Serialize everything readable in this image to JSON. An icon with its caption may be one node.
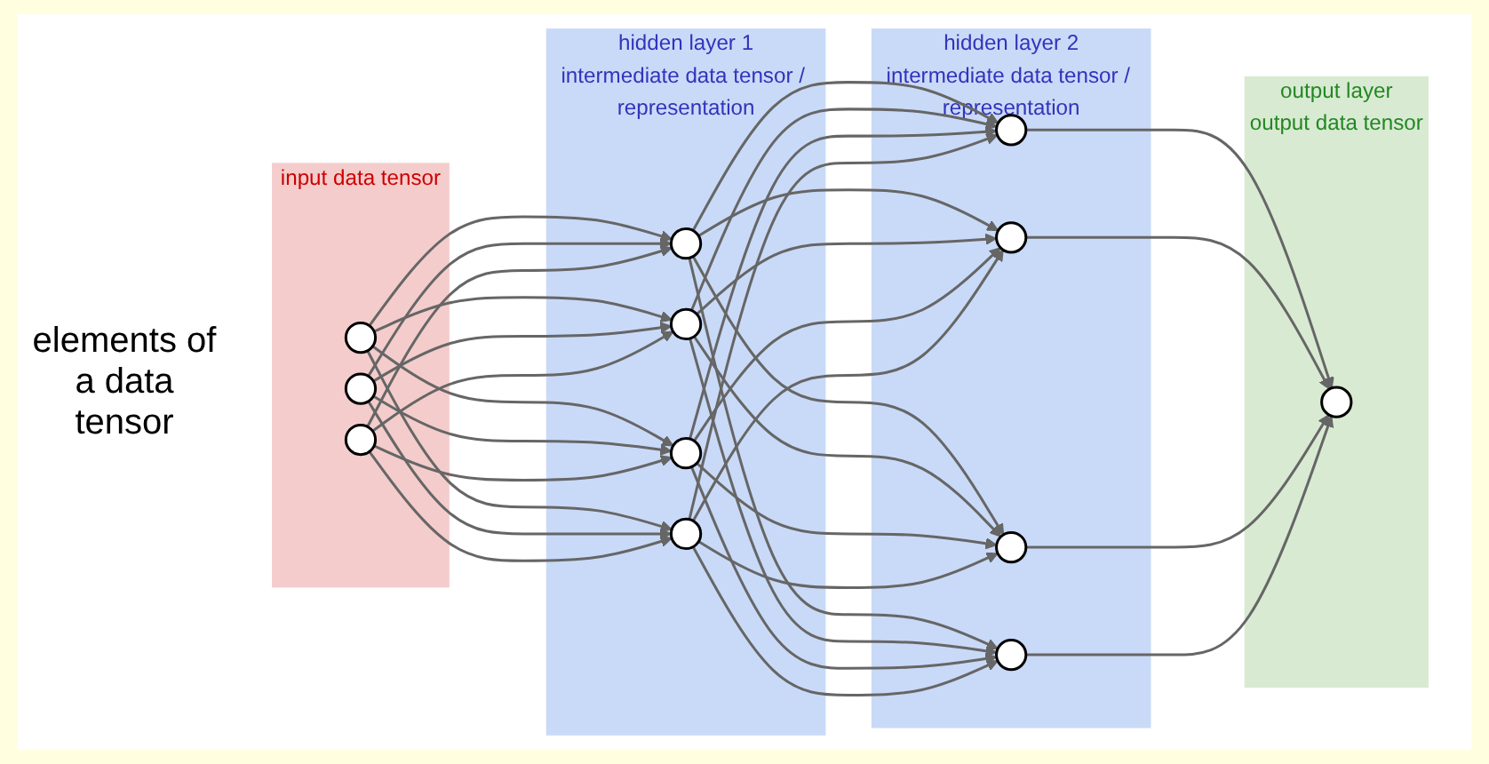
{
  "diagram": {
    "nodes": [
      {
        "text": [
          "input data tensor"
        ]
      },
      {
        "text": [],
        "shape": "circle",
        "in": 0
      },
      {
        "text": [],
        "shape": "circle",
        "in": 0
      },
      {
        "text": [],
        "shape": "circle",
        "in": 0
      },
      {
        "text": [
          "hidden layer 1",
          "intermediate data tensor / representation"
        ]
      },
      {
        "text": [],
        "shape": "circle",
        "in": 4
      },
      {
        "text": [],
        "shape": "circle",
        "in": 4
      },
      {
        "text": [],
        "shape": "circle",
        "in": 4
      },
      {
        "text": [],
        "shape": "circle",
        "in": 4
      },
      {
        "text": [
          "hidden layer 2",
          "intermediate data tensor / representation"
        ]
      },
      {
        "text": [],
        "shape": "circle",
        "in": 9
      },
      {
        "text": [],
        "shape": "circle",
        "in": 9
      },
      {
        "text": [],
        "shape": "circle",
        "in": 9
      },
      {
        "text": [],
        "shape": "circle",
        "in": 9
      },
      {
        "text": [
          "output layer",
          "output data tensor"
        ]
      },
      {
        "text": [],
        "shape": "circle",
        "in": 14
      }
    ],
    "edges": [
      {
        "from": 1,
        "to": 5,
        "arrow": "to"
      },
      {
        "from": 1,
        "to": 6,
        "arrow": "to"
      },
      {
        "from": 1,
        "to": 7,
        "arrow": "to"
      },
      {
        "from": 1,
        "to": 8,
        "arrow": "to"
      },
      {
        "from": 2,
        "to": 5,
        "arrow": "to"
      },
      {
        "from": 2,
        "to": 6,
        "arrow": "to"
      },
      {
        "from": 2,
        "to": 7,
        "arrow": "to"
      },
      {
        "from": 2,
        "to": 8,
        "arrow": "to"
      },
      {
        "from": 3,
        "to": 5,
        "arrow": "to"
      },
      {
        "from": 3,
        "to": 6,
        "arrow": "to"
      },
      {
        "from": 3,
        "to": 7,
        "arrow": "to"
      },
      {
        "from": 3,
        "to": 8,
        "arrow": "to"
      },
      {
        "from": 5,
        "to": 10,
        "arrow": "to"
      },
      {
        "from": 5,
        "to": 11,
        "arrow": "to"
      },
      {
        "from": 5,
        "to": 12,
        "arrow": "to"
      },
      {
        "from": 5,
        "to": 13,
        "arrow": "to"
      },
      {
        "from": 6,
        "to": 10,
        "arrow": "to"
      },
      {
        "from": 6,
        "to": 11,
        "arrow": "to"
      },
      {
        "from": 6,
        "to": 12,
        "arrow": "to"
      },
      {
        "from": 6,
        "to": 13,
        "arrow": "to"
      },
      {
        "from": 7,
        "to": 10,
        "arrow": "to"
      },
      {
        "from": 7,
        "to": 11,
        "arrow": "to"
      },
      {
        "from": 7,
        "to": 12,
        "arrow": "to"
      },
      {
        "from": 7,
        "to": 13,
        "arrow": "to"
      },
      {
        "from": 8,
        "to": 10,
        "arrow": "to"
      },
      {
        "from": 8,
        "to": 11,
        "arrow": "to"
      },
      {
        "from": 8,
        "to": 12,
        "arrow": "to"
      },
      {
        "from": 8,
        "to": 13,
        "arrow": "to"
      },
      {
        "from": 10,
        "to": 15,
        "arrow": "to"
      },
      {
        "from": 11,
        "to": 15,
        "arrow": "to"
      },
      {
        "from": 12,
        "to": 15,
        "arrow": "to"
      },
      {
        "from": 13,
        "to": 15,
        "arrow": "to"
      }
    ],
    "labels": [
      "elements of a data tensor"
    ]
  }
}
